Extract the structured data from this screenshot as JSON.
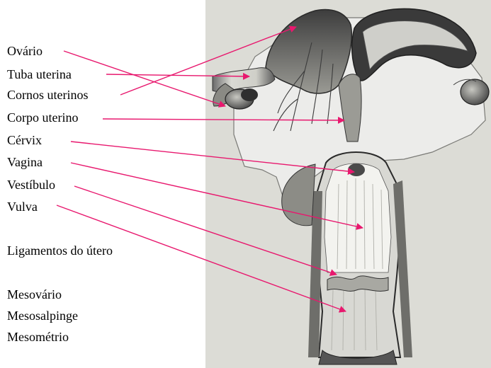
{
  "labels": {
    "ovario": "Ovário",
    "tuba_uterina": "Tuba uterina",
    "cornos_uterinos": "Cornos uterinos",
    "corpo_uterino": "Corpo uterino",
    "cervix": "Cérvix",
    "vagina": "Vagina",
    "vestibulo": "Vestíbulo",
    "vulva": "Vulva",
    "ligamentos": "Ligamentos do útero",
    "mesovario": "Mesovário",
    "mesosalpinge": "Mesosalpinge",
    "mesometrio": "Mesométrio"
  },
  "colors": {
    "arrow": "#e8186e",
    "panel_background": "#dcdcd6",
    "tissue_dark": "#4a4a4a",
    "tissue_light": "#f3f3ef"
  },
  "icon": "female-reproductive-tract-illustration"
}
